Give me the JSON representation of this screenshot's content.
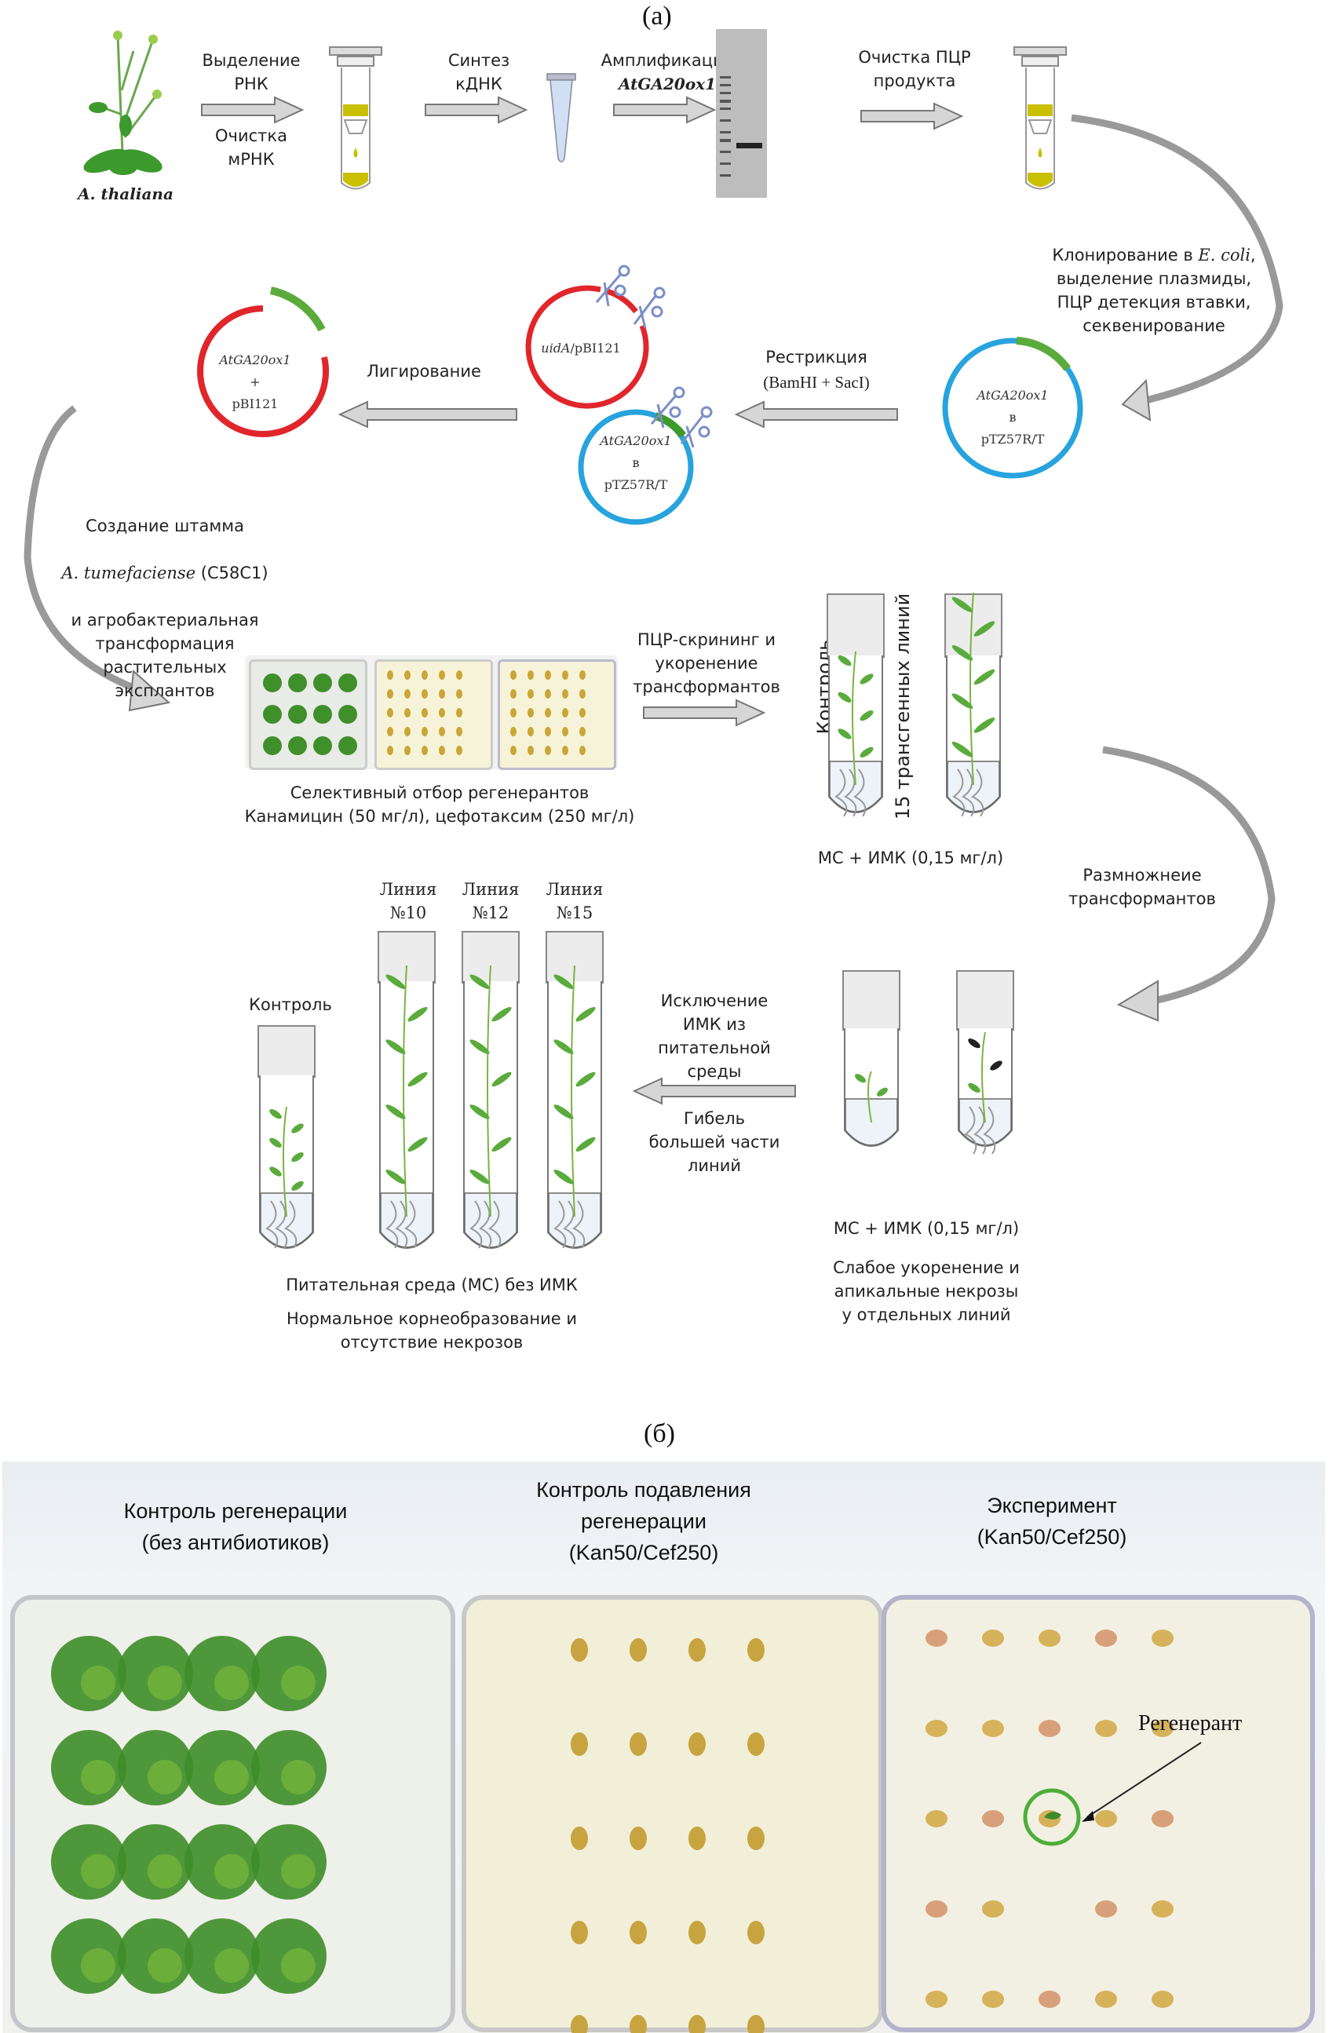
{
  "panel_a": {
    "letter": "(a)",
    "plant_label": "A. thaliana",
    "steps": {
      "rna": {
        "top": "Выделение\nРНК",
        "bottom": "Очистка\nмРНК"
      },
      "cdna": {
        "top": "Синтез\nкДНК"
      },
      "amplification": {
        "top": "Амплификация",
        "gene": "AtGA20ox1"
      },
      "pcr_cleanup": {
        "top": "Очистка ПЦР\nпродукта"
      },
      "cloning": {
        "prefix": "Клонирование в ",
        "organism": "E. coli",
        "suffix": ",\nвыделение плазмиды,\nПЦР детекция втавки,\nсеквенирование"
      },
      "restriction": {
        "top": "Рестрикция",
        "enzymes": "(BamHI + SacI)"
      },
      "ligation": {
        "top": "Лигирование"
      },
      "agro": {
        "line1": "Создание штамма",
        "organism": "A. tumefaciense",
        "strain": " (C58C1)",
        "rest": "и агробактериальная\nтрансформация\nрастительных\nэксплантов"
      },
      "selection": {
        "line1": "Селективный отбор регенерантов",
        "line2": "Канамицин (50 мг/л), цефотаксим (250 мг/л)"
      },
      "screening": {
        "top": "ПЦР-скрининг и\nукоренение\nтрансформантов"
      },
      "rooting_medium": "МС + ИМК (0,15 мг/л)",
      "rooting_tubes": {
        "control": "Контроль",
        "transgenic": "15 трансгенных линий"
      },
      "propagation": "Размножнеие\nтрансформантов",
      "weak_medium": "МС + ИМК (0,15 мг/л)",
      "weak_result": "Слабое укоренение и\nапикальные некрозы\nу отдельных линий",
      "exclusion": {
        "top": "Исключение\nИМК из\nпитательной\nсреды",
        "bottom": "Гибель\nбольшей части\nлиний"
      },
      "final": {
        "control": "Контроль",
        "lines": [
          "Линия\n№10",
          "Линия\n№12",
          "Линия\n№15"
        ],
        "medium": "Питательная среда (МС) без ИМК",
        "result": "Нормальное корнеобразование и\nотсутствие некрозов"
      }
    },
    "plasmids": {
      "ptz": {
        "gene": "AtGA20ox1",
        "mid": "в",
        "vector": "pTZ57R/T"
      },
      "pbi": {
        "gene": "uidA",
        "vector": "/pBI121"
      },
      "ptz_cut": {
        "gene": "AtGA20ox1",
        "mid": "в",
        "vector": "pTZ57R/T"
      },
      "result": {
        "gene": "AtGA20ox1",
        "mid": "+",
        "vector": "pBI121"
      }
    },
    "colors": {
      "red_plasmid": "#e0262b",
      "blue_plasmid": "#27a3dd",
      "green_insert": "#5aab3c",
      "yellow_liquid": "#c9c000",
      "arrow_fill": "#d6d6d6"
    }
  },
  "panel_b": {
    "letter": "(б)",
    "containers": [
      {
        "title": "Контроль регенерации\n(без антибиотиков)"
      },
      {
        "title": "Контроль подавления\nрегенерации\n(Kan50/Cef250)"
      },
      {
        "title": "Эксперимент\n(Kan50/Cef250)"
      }
    ],
    "callout": "Регенерант",
    "colors": {
      "callout_circle": "#4caf3a"
    }
  }
}
